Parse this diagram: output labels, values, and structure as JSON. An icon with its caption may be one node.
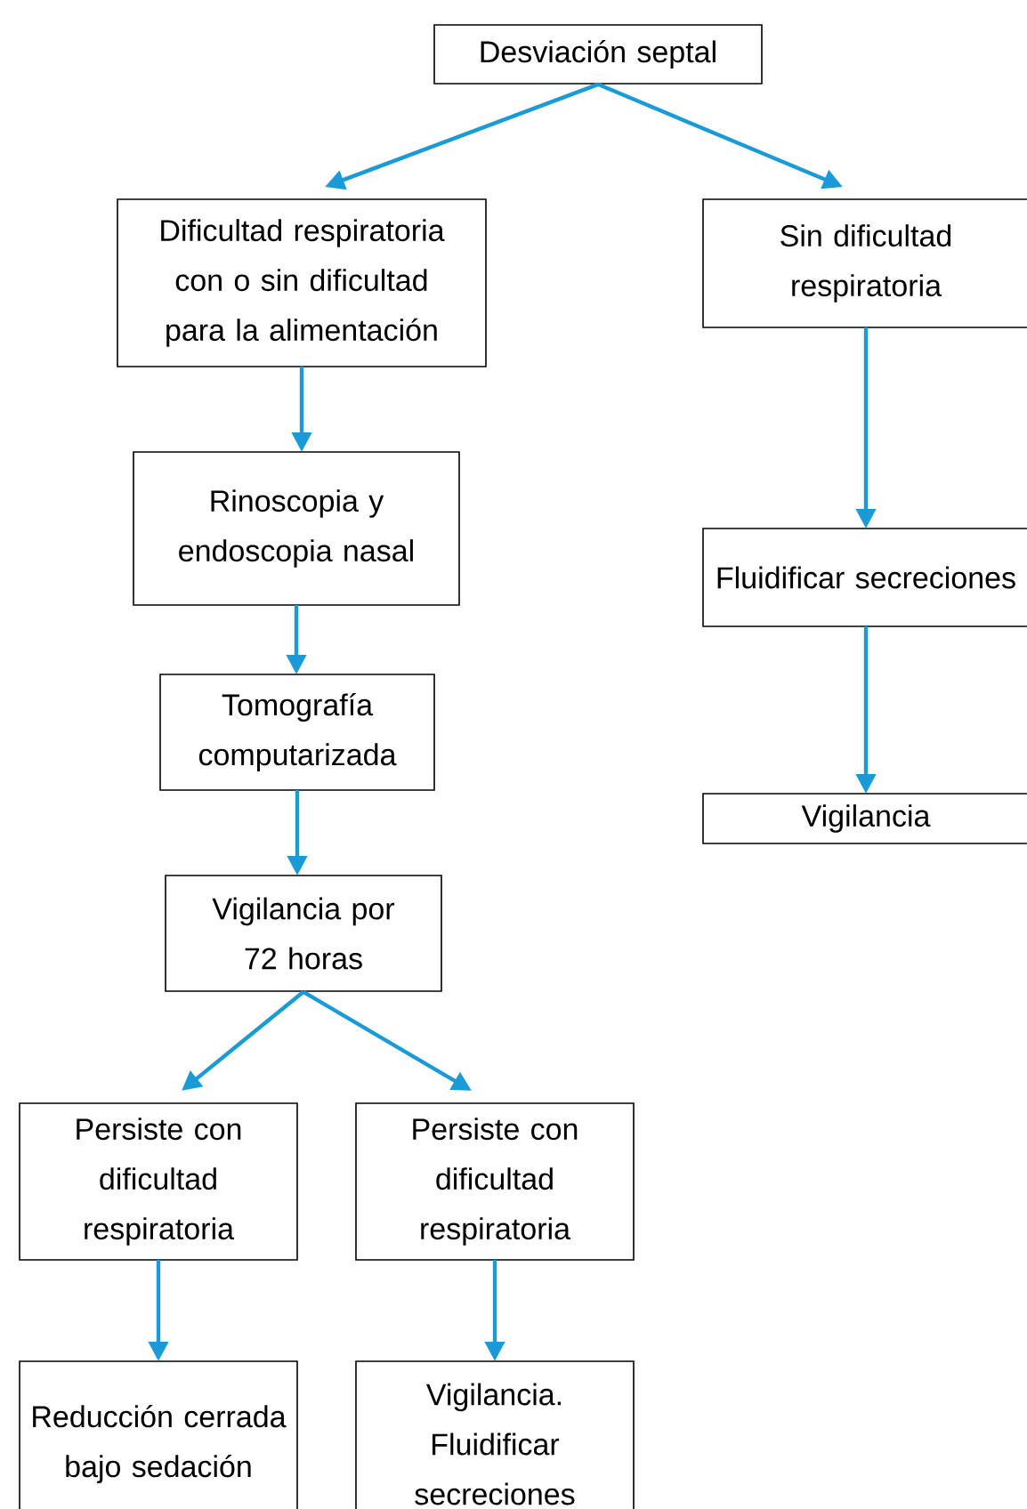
{
  "diagram": {
    "nodes": [
      {
        "text": [
          "Desviación septal"
        ]
      },
      {
        "text": [
          "Dificultad respiratoria con o sin dificultad para la alimentación"
        ]
      },
      {
        "text": [
          "Sin dificultad respiratoria"
        ]
      },
      {
        "text": [
          "Rinoscopia y endoscopia nasal"
        ]
      },
      {
        "text": [
          "Fluidificar secreciones"
        ]
      },
      {
        "text": [
          "Tomografía computarizada"
        ]
      },
      {
        "text": [
          "Vigilancia"
        ]
      },
      {
        "text": [
          "Vigilancia por 72 horas"
        ]
      },
      {
        "text": [
          "Persiste con dificultad respiratoria"
        ]
      },
      {
        "text": [
          "Persiste con dificultad respiratoria"
        ]
      },
      {
        "text": [
          "Reducción cerrada bajo sedación"
        ]
      },
      {
        "text": [
          "Vigilancia. Fluidificar secreciones"
        ]
      }
    ],
    "edges": [
      {
        "from": 0,
        "to": 1,
        "arrow": "to"
      },
      {
        "from": 0,
        "to": 2,
        "arrow": "to"
      },
      {
        "from": 1,
        "to": 3,
        "arrow": "to"
      },
      {
        "from": 2,
        "to": 4,
        "arrow": "to"
      },
      {
        "from": 3,
        "to": 5,
        "arrow": "to"
      },
      {
        "from": 4,
        "to": 6,
        "arrow": "to"
      },
      {
        "from": 5,
        "to": 7,
        "arrow": "to"
      },
      {
        "from": 7,
        "to": 8,
        "arrow": "to"
      },
      {
        "from": 7,
        "to": 9,
        "arrow": "to"
      },
      {
        "from": 8,
        "to": 10,
        "arrow": "to"
      },
      {
        "from": 9,
        "to": 11,
        "arrow": "to"
      }
    ]
  }
}
